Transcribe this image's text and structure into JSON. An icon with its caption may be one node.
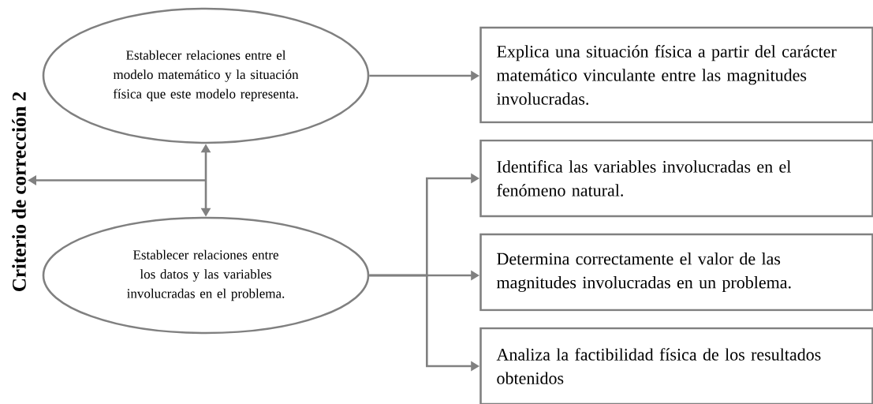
{
  "diagram": {
    "nodes": [
      {
        "text": [
          "Criterio de corrección 2"
        ]
      },
      {
        "text": [
          "Establecer relaciones entre el modelo matemático y la situación física que este modelo representa."
        ]
      },
      {
        "text": [
          "Establecer relaciones entre los datos y las variables involucradas en el problema."
        ]
      },
      {
        "text": [
          "Explica una situación física a partir del carácter matemático vinculante entre las magnitudes involucradas."
        ]
      },
      {
        "text": [
          "Identifica las variables involucradas en el fenómeno natural."
        ]
      },
      {
        "text": [
          "Determina correctamente el valor de las magnitudes involucradas en un problema."
        ]
      },
      {
        "text": [
          "Analiza la factibilidad física de los resultados obtenidos"
        ]
      }
    ],
    "edges": [
      {
        "from": 1,
        "to": 3,
        "arrow": "to"
      },
      {
        "from": 1,
        "to": 2,
        "arrow": "both"
      },
      {
        "from": null,
        "to": 0,
        "arrow": "to"
      },
      {
        "from": 2,
        "to": 4,
        "arrow": "to"
      },
      {
        "from": 2,
        "to": 5,
        "arrow": "to"
      },
      {
        "from": 2,
        "to": 6,
        "arrow": "to"
      }
    ]
  }
}
